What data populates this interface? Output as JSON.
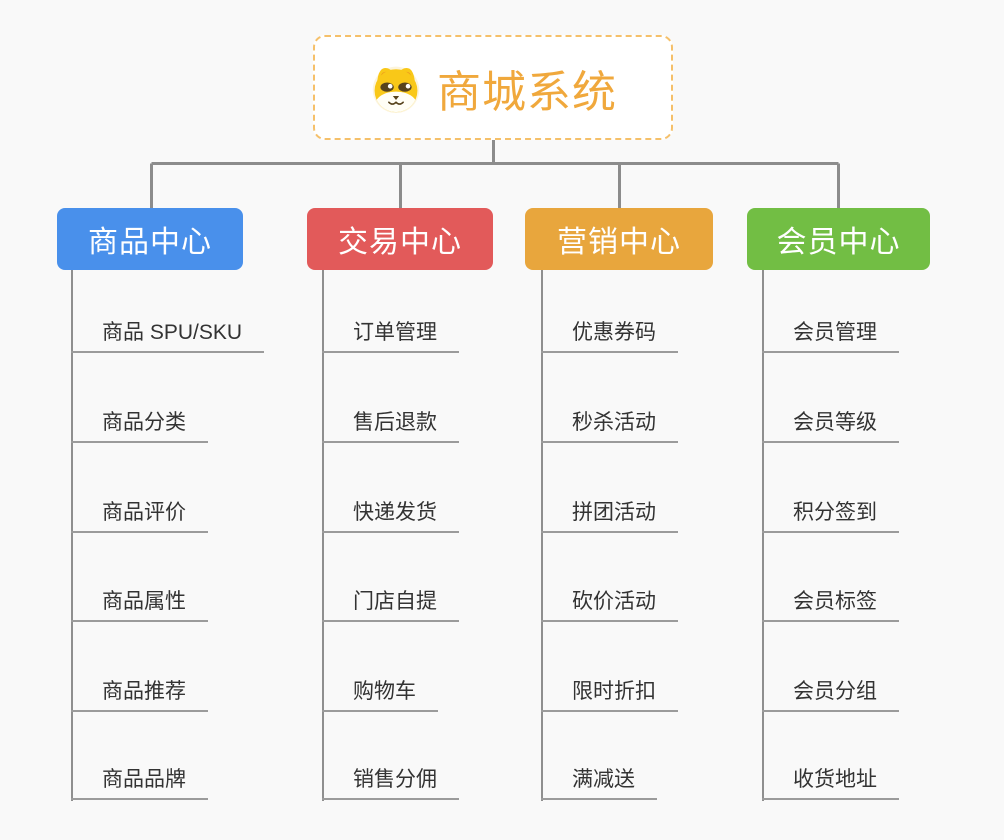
{
  "page": {
    "background": "#F9F9F9"
  },
  "root": {
    "title": "商城系统",
    "icon": "dog-face-icon",
    "text_color": "#F0A83C",
    "border_color": "#F5C06A"
  },
  "connectors": {
    "color": "#8C8C8C"
  },
  "columns": [
    {
      "title": "商品中心",
      "color": "#4990EB",
      "items": [
        "商品 SPU/SKU",
        "商品分类",
        "商品评价",
        "商品属性",
        "商品推荐",
        "商品品牌"
      ]
    },
    {
      "title": "交易中心",
      "color": "#E25A5A",
      "items": [
        "订单管理",
        "售后退款",
        "快递发货",
        "门店自提",
        "购物车",
        "销售分佣"
      ]
    },
    {
      "title": "营销中心",
      "color": "#E8A63D",
      "items": [
        "优惠券码",
        "秒杀活动",
        "拼团活动",
        "砍价活动",
        "限时折扣",
        "满减送"
      ]
    },
    {
      "title": "会员中心",
      "color": "#72BE44",
      "items": [
        "会员管理",
        "会员等级",
        "积分签到",
        "会员标签",
        "会员分组",
        "收货地址"
      ]
    }
  ]
}
